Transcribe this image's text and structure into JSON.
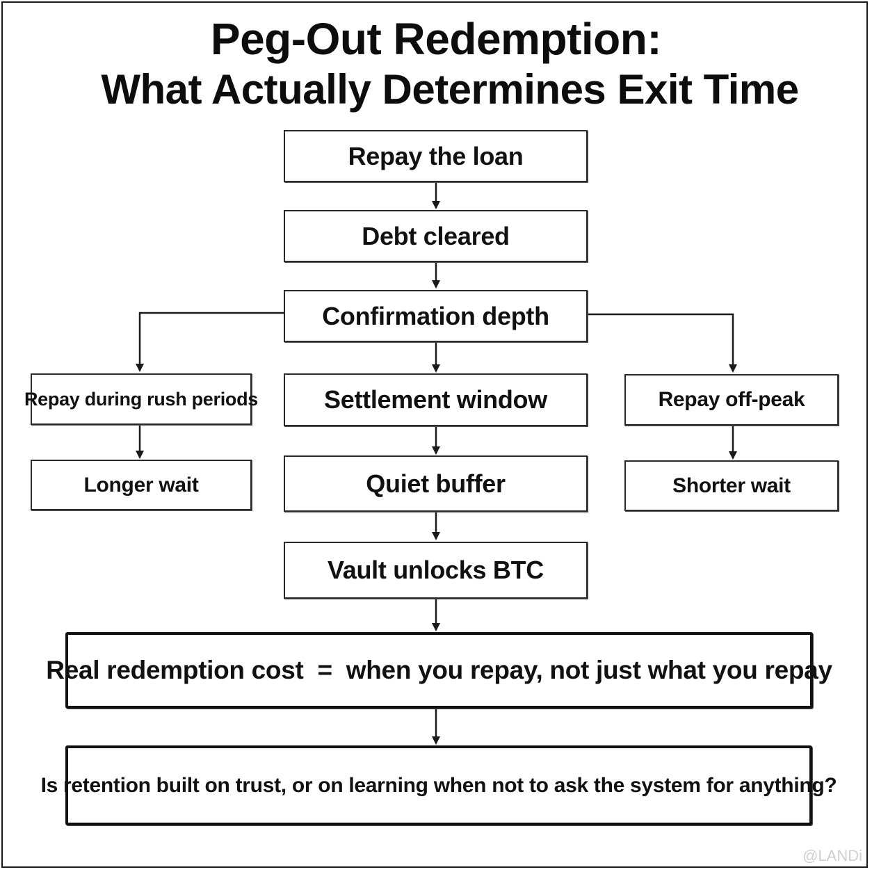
{
  "title": {
    "line1": "Peg-Out Redemption:",
    "line2": "What Actually Determines Exit Time"
  },
  "flow": {
    "repay_loan": "Repay the loan",
    "debt_cleared": "Debt cleared",
    "confirmation_depth": "Confirmation depth",
    "settlement_window": "Settlement window",
    "quiet_buffer": "Quiet buffer",
    "vault_unlocks": "Vault unlocks BTC"
  },
  "branches": {
    "left": {
      "condition": "Repay during rush periods",
      "outcome": "Longer wait"
    },
    "right": {
      "condition": "Repay off-peak",
      "outcome": "Shorter wait"
    }
  },
  "conclusion": "Real redemption cost  =  when you repay, not just what you repay",
  "question": "Is retention built on trust, or on learning when not to ask the system for anything?",
  "watermark": "@LANDi",
  "colors": {
    "line": "#1a1a1a",
    "background": "#ffffff",
    "text": "#111111"
  }
}
